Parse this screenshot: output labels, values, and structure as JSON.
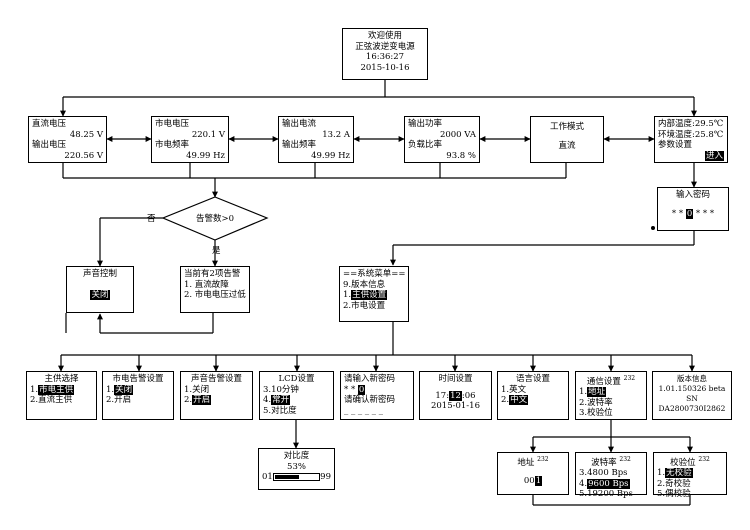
{
  "top": {
    "l1": "欢迎使用",
    "l2": "正弦波逆变电源",
    "l3": "16:36:27",
    "l4": "2015-10-16"
  },
  "dc": {
    "l1": "直流电压",
    "l2": "48.25 V",
    "l3": "输出电压",
    "l4": "220.56 V"
  },
  "mains": {
    "l1": "市电电压",
    "l2": "220.1 V",
    "l3": "市电频率",
    "l4": "49.99 Hz"
  },
  "out": {
    "l1": "输出电流",
    "l2": "13.2 A",
    "l3": "输出频率",
    "l4": "49.99 Hz"
  },
  "power": {
    "l1": "输出功率",
    "l2": "2000 VA",
    "l3": "负载比率",
    "l4": "93.8 %"
  },
  "mode": {
    "l1": "工作模式",
    "l2": "直流"
  },
  "temp": {
    "l1": "内部温度:29.5℃",
    "l2": "环境温度:25.8℃",
    "l3": "参数设置",
    "l4": "进入"
  },
  "pwd": {
    "title": "输入密码",
    "a": "* * ",
    "b": "0",
    "c": " * * *"
  },
  "decision": {
    "text": "告警数>0",
    "no": "否",
    "yes": "是"
  },
  "sound": {
    "l1": "声音控制",
    "l2": "关闭"
  },
  "alarm": {
    "l1": "当前有2项告警",
    "l2": "1. 直流故障",
    "l3": "2. 市电电压过低"
  },
  "menu": {
    "l1": "==系统菜单==",
    "l2": "9.版本信息",
    "l3": "1.",
    "l3b": "主供设置",
    "l4": "2.市电设置"
  },
  "sub1": {
    "l1": "主供选择",
    "l2a": "1.",
    "l2b": "市电主供",
    "l3": "2.直流主供"
  },
  "sub2": {
    "l1": "市电告警设置",
    "l2a": "1.",
    "l2b": "关闭",
    "l3": "2.开启"
  },
  "sub3": {
    "l1": "声音告警设置",
    "l2": "1.关闭",
    "l3a": "2.",
    "l3b": "开启"
  },
  "sub4": {
    "l1": "LCD设置",
    "l2": "3.10分钟",
    "l3a": "4.",
    "l3b": "常开",
    "l4": "5.对比度"
  },
  "sub5": {
    "l1": "请输入新密码",
    "l2a": "* * ",
    "l2b": "0",
    "l3": "请确认新密码",
    "l4": "_ _ _ _ _ _"
  },
  "sub6": {
    "l1": "时间设置",
    "l2a": "17:",
    "l2b": "12",
    "l2c": ":06",
    "l3": "2015-01-16"
  },
  "sub7": {
    "l1": "语言设置",
    "l2": "1.英文",
    "l3a": "2.",
    "l3b": "中文"
  },
  "sub8": {
    "l1": "通信设置",
    "tag": "232",
    "l2a": "1.",
    "l2b": "地址",
    "l3": "2.波特率",
    "l4": "3.校验位"
  },
  "sub9": {
    "l1": "版本信息",
    "l2": "1.01.150326 beta",
    "l3": "SN",
    "l4": "DA2800730I2862"
  },
  "contrast": {
    "l1": "对比度",
    "l2": "53%",
    "lo": "01",
    "hi": "99",
    "fill": 0.53
  },
  "addr": {
    "l1": "地址",
    "tag": "232",
    "l2a": "00",
    "l2b": "1"
  },
  "baud": {
    "l1": "波特率",
    "tag": "232",
    "l2": "3.4800 Bps",
    "l3a": "4.",
    "l3b": "9600 Bps",
    "l4": "5.19200 Bps"
  },
  "parity": {
    "l1": "校验位",
    "tag": "232",
    "l2a": "1.",
    "l2b": "无校验",
    "l3": "2.奇校验",
    "l4": "5.偶校验"
  }
}
